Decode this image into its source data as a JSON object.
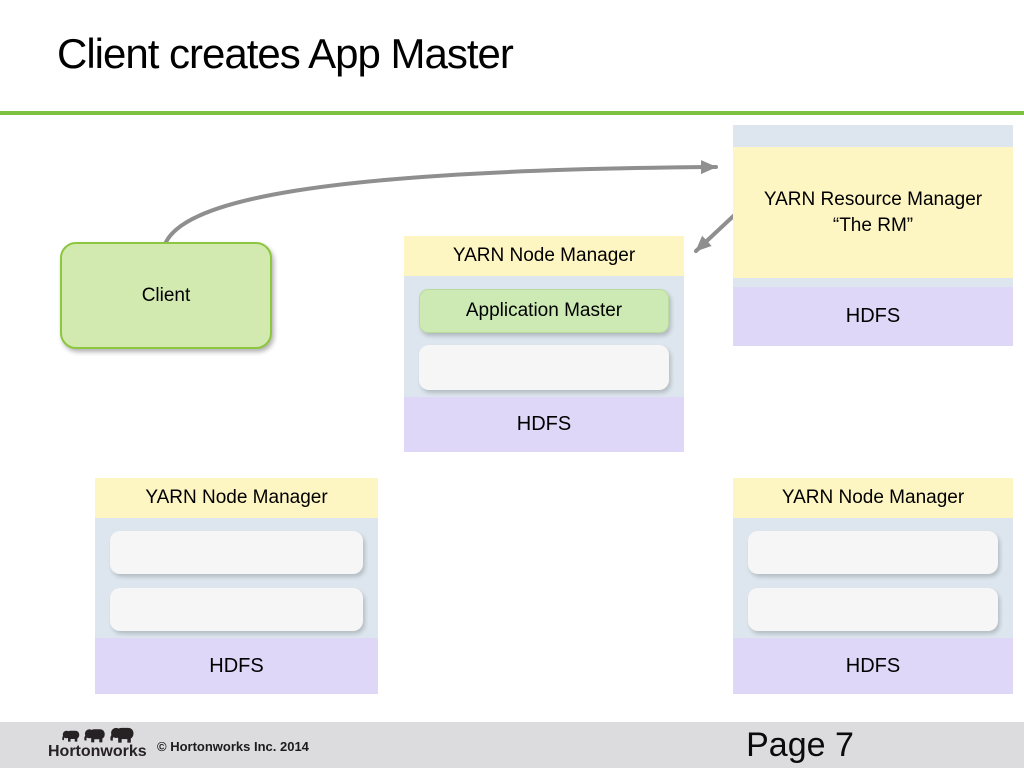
{
  "slide": {
    "title": "Client creates App Master",
    "footer": {
      "logo_text": "Hortonworks",
      "copyright": "© Hortonworks Inc. 2014",
      "page_label": "Page 7"
    }
  },
  "diagram": {
    "client": {
      "label": "Client"
    },
    "resource_manager": {
      "title": "YARN Resource Manager",
      "subtitle": "“The RM”",
      "storage_label": "HDFS"
    },
    "node_manager_center": {
      "header": "YARN Node Manager",
      "app_master_label": "Application Master",
      "empty_slots": 1,
      "storage_label": "HDFS"
    },
    "node_manager_left": {
      "header": "YARN Node Manager",
      "empty_slots": 2,
      "storage_label": "HDFS"
    },
    "node_manager_right": {
      "header": "YARN Node Manager",
      "empty_slots": 2,
      "storage_label": "HDFS"
    },
    "arrows": [
      {
        "name": "client-to-resource-manager",
        "from": "client",
        "to": "resource_manager"
      },
      {
        "name": "resource-manager-to-node-manager",
        "from": "resource_manager",
        "to": "node_manager_center"
      }
    ]
  },
  "colors": {
    "accent_green": "#7cc142",
    "box_yellow": "#fdf5c2",
    "box_purple": "#ded7f8",
    "box_blue_gray": "#dde6ee",
    "client_green_fill": "#d2eab0",
    "client_green_border": "#8dc63f",
    "app_master_green": "#cdeab4",
    "arrow_gray": "#8f8f8f",
    "footer_gray": "#dcdcde"
  }
}
